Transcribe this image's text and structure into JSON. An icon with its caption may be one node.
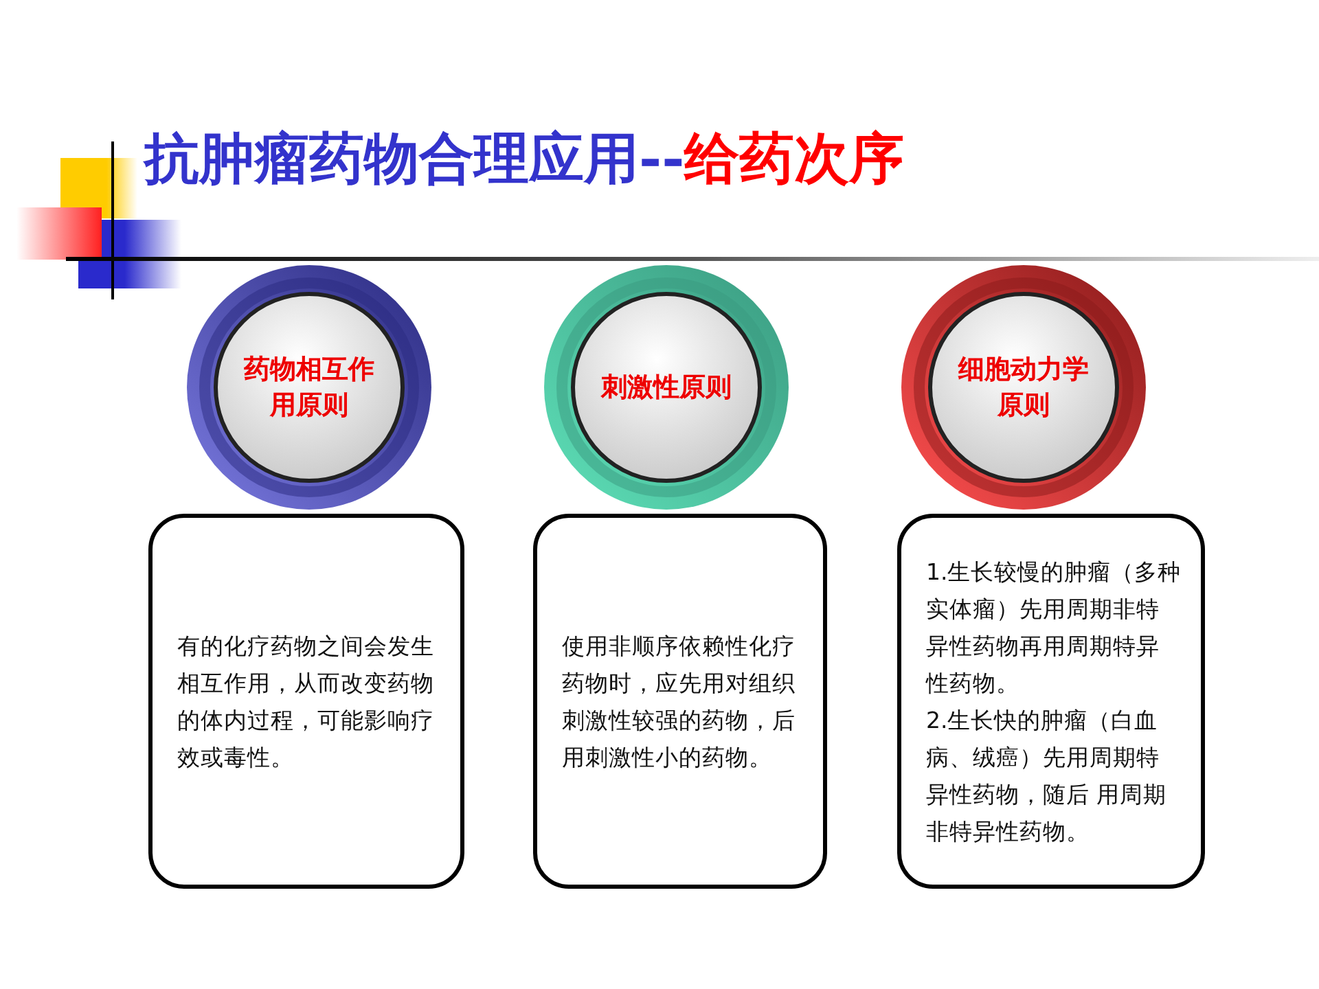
{
  "diagram": {
    "title": "抗肿瘤药物合理应用--**给药次序**",
    "nodes": [
      {
        "text": [
          "药物相互作用原则"
        ]
      },
      {
        "text": [
          "刺激性原则"
        ]
      },
      {
        "text": [
          "细胞动力学原则"
        ]
      },
      {
        "text": [
          "有的化疗药物之间会发生相互作用，从而改变药物的体内过程，可能影响疗效或毒性。"
        ]
      },
      {
        "text": [
          "使用非顺序依赖性化疗药物时，应先用对组织刺激性较强的药物，后用刺激性小的药物。"
        ]
      },
      {
        "text": [
          "1.生长较慢的肿瘤（多种实体瘤）先用周期非特异性药物再用周期特异性药物。",
          "2.生长快的肿瘤（白血病、绒癌）先用周期特异性药物，随后 用周期非特异性药物。"
        ]
      }
    ],
    "edges": []
  }
}
